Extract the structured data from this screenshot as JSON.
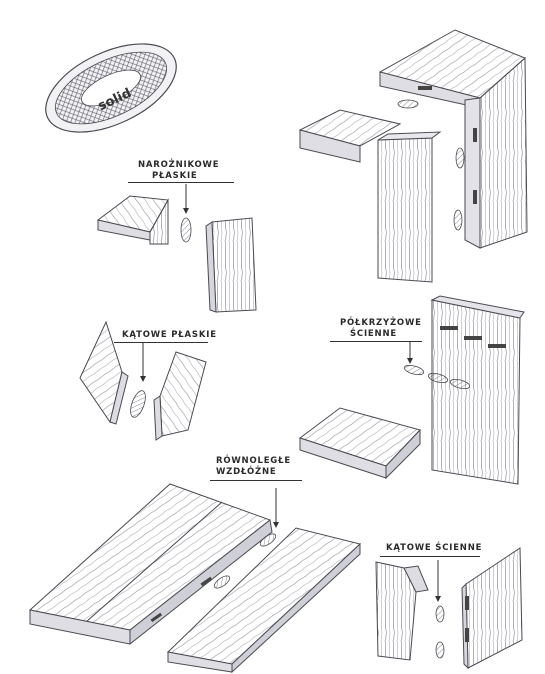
{
  "logo": {
    "text": "solid"
  },
  "labels": {
    "corner_flat": {
      "line1": "NAROŻNIKOWE",
      "line2": "PŁASKIE"
    },
    "angle_flat": {
      "line1": "KĄTOWE PŁASKIE"
    },
    "half_cross_wall": {
      "line1": "PÓŁKRZYŻOWE",
      "line2": "ŚCIENNE"
    },
    "parallel_lengthwise": {
      "line1": "RÓWNOLEGŁE",
      "line2": "WZDŁÓŻNE"
    },
    "angle_wall": {
      "line1": "KĄTOWE ŚCIENNE"
    }
  },
  "colors": {
    "pencil": "#4a4a52",
    "shade": "#8a8a96",
    "light": "#c9c9d2",
    "paper": "#ffffff"
  }
}
